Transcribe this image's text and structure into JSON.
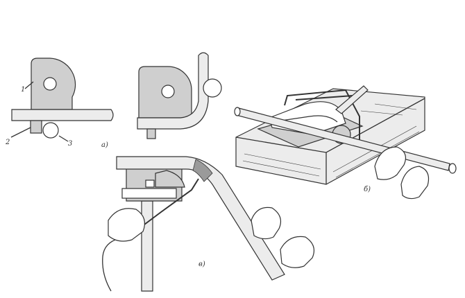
{
  "figure": {
    "panel_a": {
      "caption": "а)",
      "labels": [
        "1",
        "2",
        "3"
      ]
    },
    "panel_b": {
      "caption": "б)"
    },
    "panel_c": {
      "caption": "в)"
    }
  }
}
